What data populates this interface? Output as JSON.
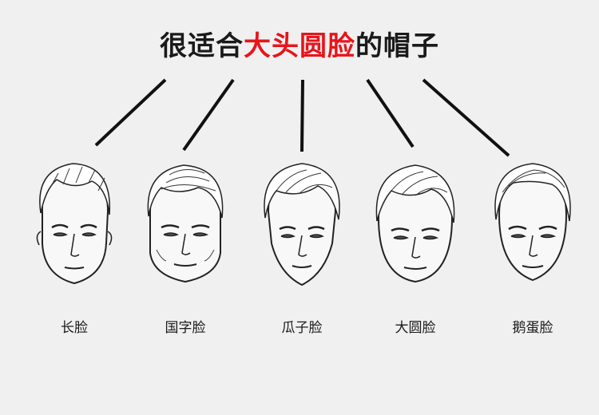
{
  "title": {
    "prefix": "很适合",
    "highlight": "大头圆脸",
    "suffix": "的帽子"
  },
  "colors": {
    "highlight": "#e8141b",
    "text": "#1a1a1a",
    "background": "#f0f0f0"
  },
  "faces": [
    {
      "label": "长脸"
    },
    {
      "label": "国字脸"
    },
    {
      "label": "瓜子脸"
    },
    {
      "label": "大圆脸"
    },
    {
      "label": "鹅蛋脸"
    }
  ]
}
